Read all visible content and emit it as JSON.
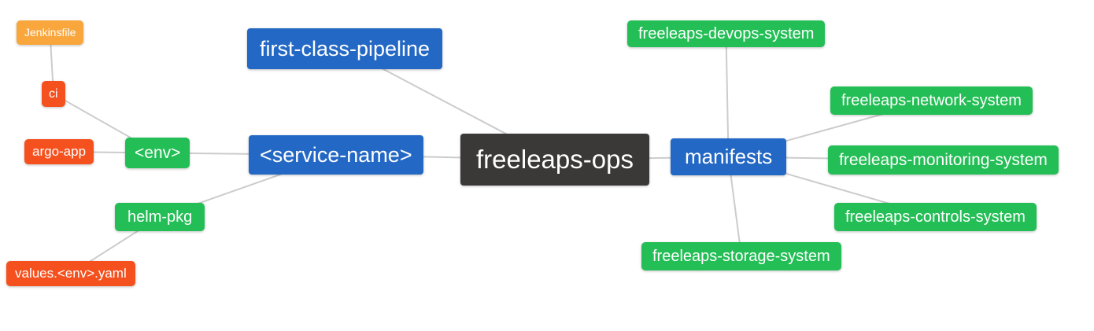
{
  "diagram": {
    "title": "freeleaps-ops mind map",
    "edge_color": "#cccccc",
    "palette": {
      "blue": "#2368c4",
      "dark": "#3b3838",
      "green": "#23be55",
      "orange": "#f9a63c",
      "red_orange": "#f5511e"
    },
    "nodes": {
      "jenkinsfile": {
        "label": "Jenkinsfile",
        "color": "#f9a63c"
      },
      "ci": {
        "label": "ci",
        "color": "#f5511e"
      },
      "argo_app": {
        "label": "argo-app",
        "color": "#f5511e"
      },
      "env": {
        "label": "<env>",
        "color": "#23be55"
      },
      "helm_pkg": {
        "label": "helm-pkg",
        "color": "#23be55"
      },
      "values_env_yaml": {
        "label": "values.<env>.yaml",
        "color": "#f5511e"
      },
      "first_class_pipeline": {
        "label": "first-class-pipeline",
        "color": "#2368c4"
      },
      "service_name": {
        "label": "<service-name>",
        "color": "#2368c4"
      },
      "freeleaps_ops": {
        "label": "freeleaps-ops",
        "color": "#3b3838"
      },
      "manifests": {
        "label": "manifests",
        "color": "#2368c4"
      },
      "devops_system": {
        "label": "freeleaps-devops-system",
        "color": "#23be55"
      },
      "network_system": {
        "label": "freeleaps-network-system",
        "color": "#23be55"
      },
      "monitoring_system": {
        "label": "freeleaps-monitoring-system",
        "color": "#23be55"
      },
      "controls_system": {
        "label": "freeleaps-controls-system",
        "color": "#23be55"
      },
      "storage_system": {
        "label": "freeleaps-storage-system",
        "color": "#23be55"
      }
    },
    "edges": [
      {
        "from": "jenkinsfile",
        "to": "ci"
      },
      {
        "from": "ci",
        "to": "env"
      },
      {
        "from": "argo_app",
        "to": "env"
      },
      {
        "from": "env",
        "to": "service_name"
      },
      {
        "from": "helm_pkg",
        "to": "service_name"
      },
      {
        "from": "values_env_yaml",
        "to": "helm_pkg"
      },
      {
        "from": "first_class_pipeline",
        "to": "freeleaps_ops"
      },
      {
        "from": "service_name",
        "to": "freeleaps_ops"
      },
      {
        "from": "freeleaps_ops",
        "to": "manifests"
      },
      {
        "from": "manifests",
        "to": "devops_system"
      },
      {
        "from": "manifests",
        "to": "network_system"
      },
      {
        "from": "manifests",
        "to": "monitoring_system"
      },
      {
        "from": "manifests",
        "to": "controls_system"
      },
      {
        "from": "manifests",
        "to": "storage_system"
      }
    ]
  }
}
